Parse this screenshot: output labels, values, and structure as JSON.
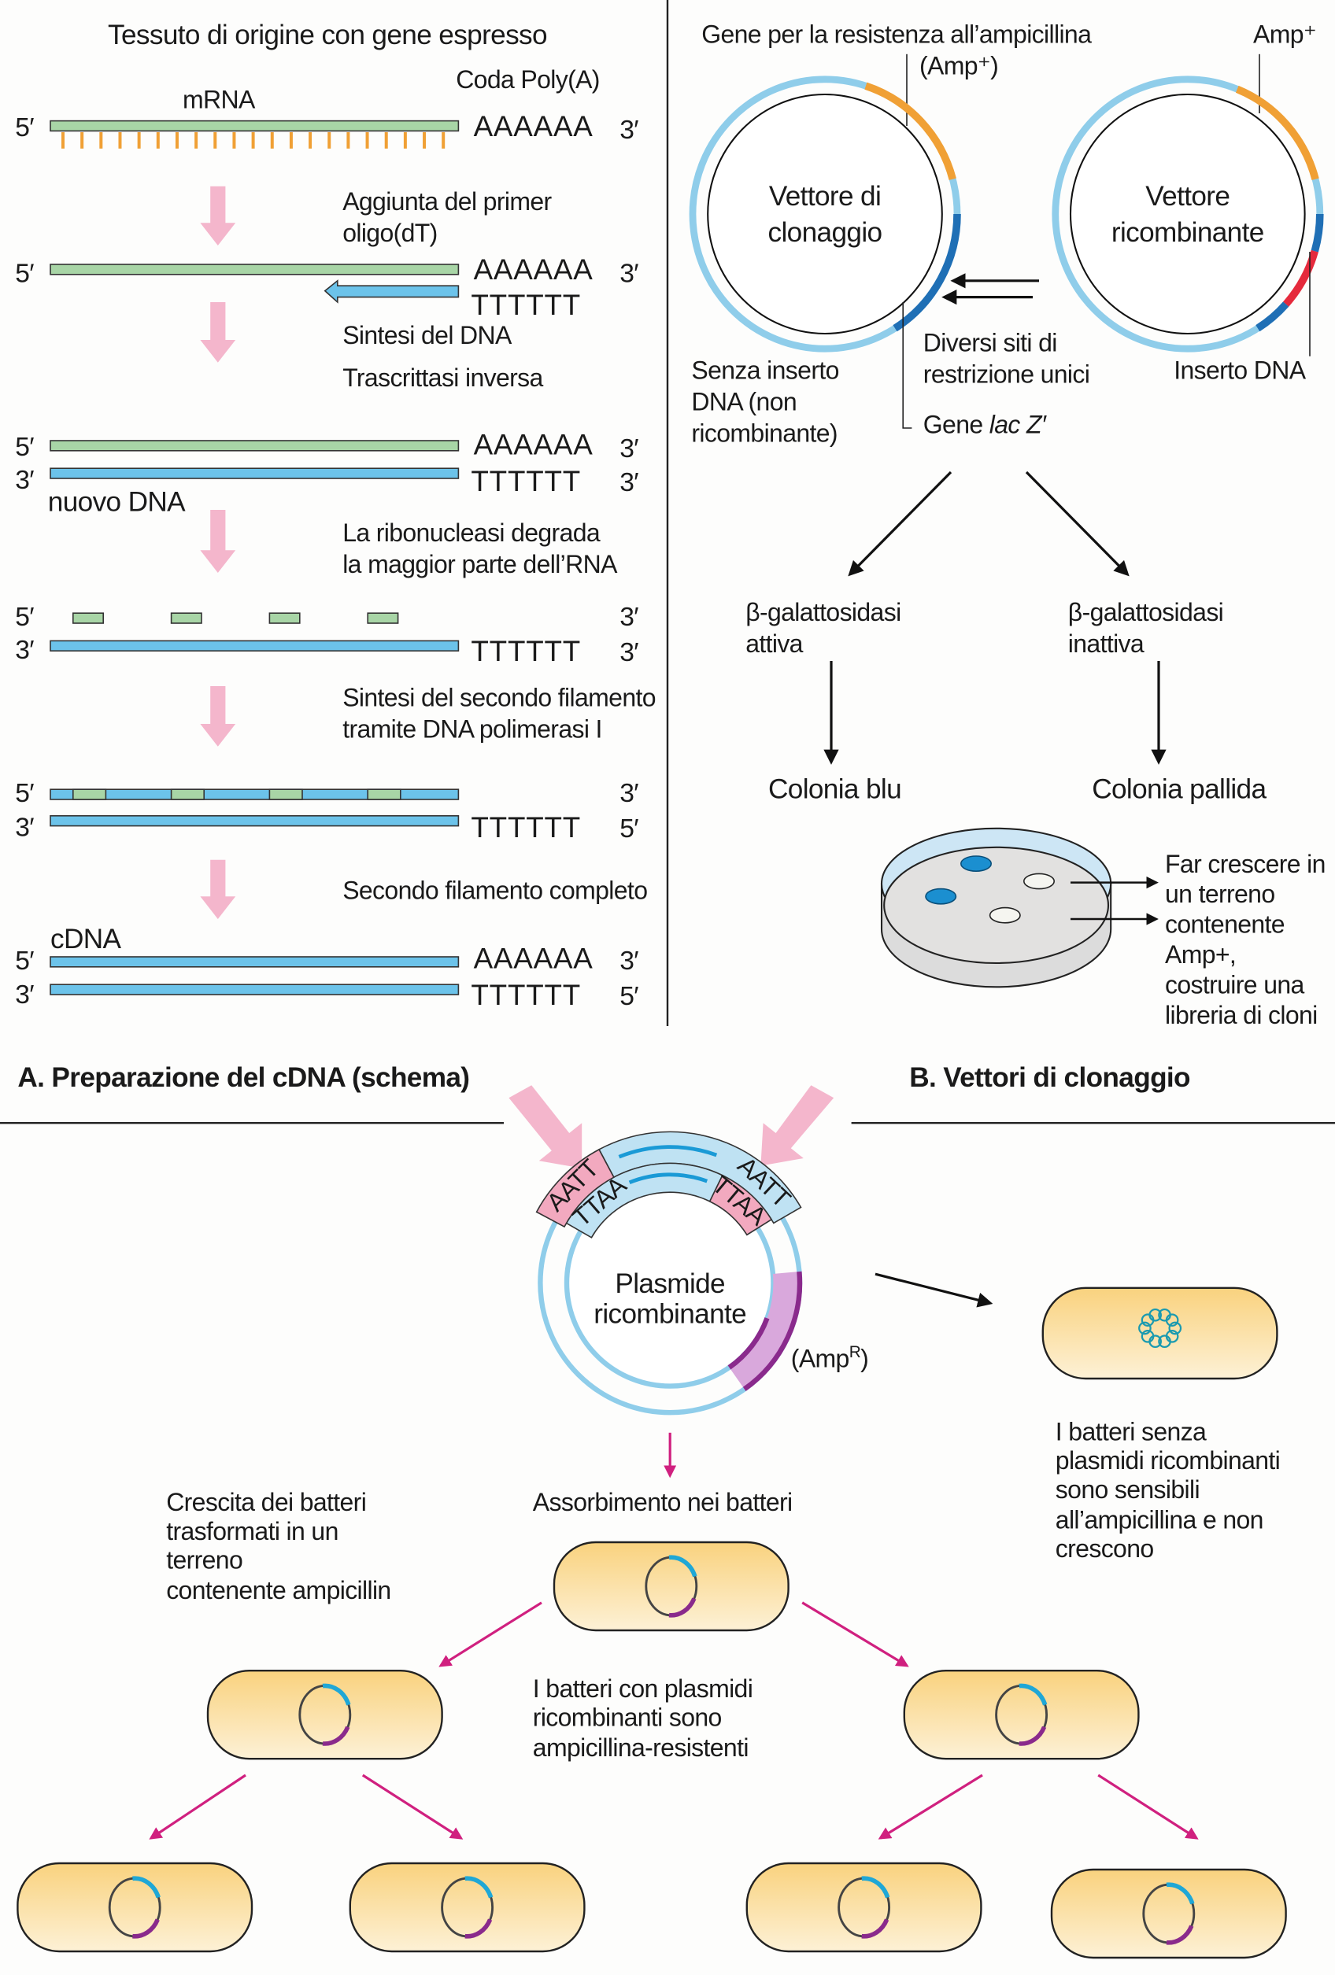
{
  "colors": {
    "rna_green": "#a8d5a6",
    "dna_blue": "#6cc3ea",
    "orange": "#f0a035",
    "dark_blue": "#1f6fb5",
    "red": "#e52a3c",
    "pink_arrow": "#f4b6cc",
    "magenta_arrow": "#d0207f",
    "purple": "#8a2a8c",
    "bacterium_fill": "#fbd98a"
  },
  "panel_a": {
    "title": "Tessuto di origine con gene espresso",
    "poly_a_label": "Coda Poly(A)",
    "mrna_label": "mRNA",
    "new_dna_label": "nuovo DNA",
    "cdna_label": "cDNA",
    "poly_a": "AAAAAA",
    "poly_t": "TTTTTT",
    "five": "5′",
    "three": "3′",
    "steps": [
      [
        "Aggiunta del primer",
        "oligo(dT)"
      ],
      [
        "Sintesi del DNA",
        "Trascrittasi inversa"
      ],
      [
        "La ribonucleasi degrada",
        "la maggior parte dell’RNA"
      ],
      [
        "Sintesi del secondo filamento",
        "tramite DNA polimerasi I"
      ],
      [
        "Secondo filamento completo"
      ]
    ],
    "caption": "A. Preparazione del cDNA (schema)"
  },
  "panel_b": {
    "amp_gene_label": "Gene per la resistenza all’ampicillina",
    "amp_gene_sub": "(Amp⁺)",
    "amp_plus": "Amp⁺",
    "vector1": [
      "Vettore di",
      "clonaggio"
    ],
    "vector2": [
      "Vettore",
      "ricombinante"
    ],
    "no_insert": [
      "Senza inserto",
      "DNA (non",
      "ricombinante)"
    ],
    "restriction_sites": [
      "Diversi siti di",
      "restrizione unici"
    ],
    "lacz_prefix": "Gene ",
    "lacz_italic": "lac Z′",
    "insert": "Inserto DNA",
    "beta_active": [
      "β-galattosidasi",
      "attiva"
    ],
    "beta_inactive": [
      "β-galattosidasi",
      "inattiva"
    ],
    "colony_blue": "Colonia blu",
    "colony_pale": "Colonia pallida",
    "grow": [
      "Far crescere in",
      "un terreno",
      "contenente",
      "Amp+,",
      "costruire una",
      "libreria di cloni"
    ],
    "caption": "B. Vettori di clonaggio"
  },
  "panel_c": {
    "sticky_left_outer": "AATT",
    "sticky_left_inner": "TTAA",
    "sticky_right_outer": "AATT",
    "sticky_right_inner": "TTAA",
    "plasmid": [
      "Plasmide",
      "ricombinante"
    ],
    "amp_r_base": "(Amp",
    "amp_r_sup": "R",
    "amp_r_close": ")",
    "uptake": "Assorbimento nei batteri",
    "growth": [
      "Crescita dei batteri",
      "trasformati in un",
      "terreno",
      "contenente ampicillin"
    ],
    "sensitive": [
      "I batteri senza",
      "plasmidi ricombinanti",
      "sono sensibili",
      "all’ampicillina e non",
      "crescono"
    ],
    "resistant": [
      "I batteri con plasmidi",
      "ricombinanti sono",
      "ampicillina-resistenti"
    ]
  }
}
